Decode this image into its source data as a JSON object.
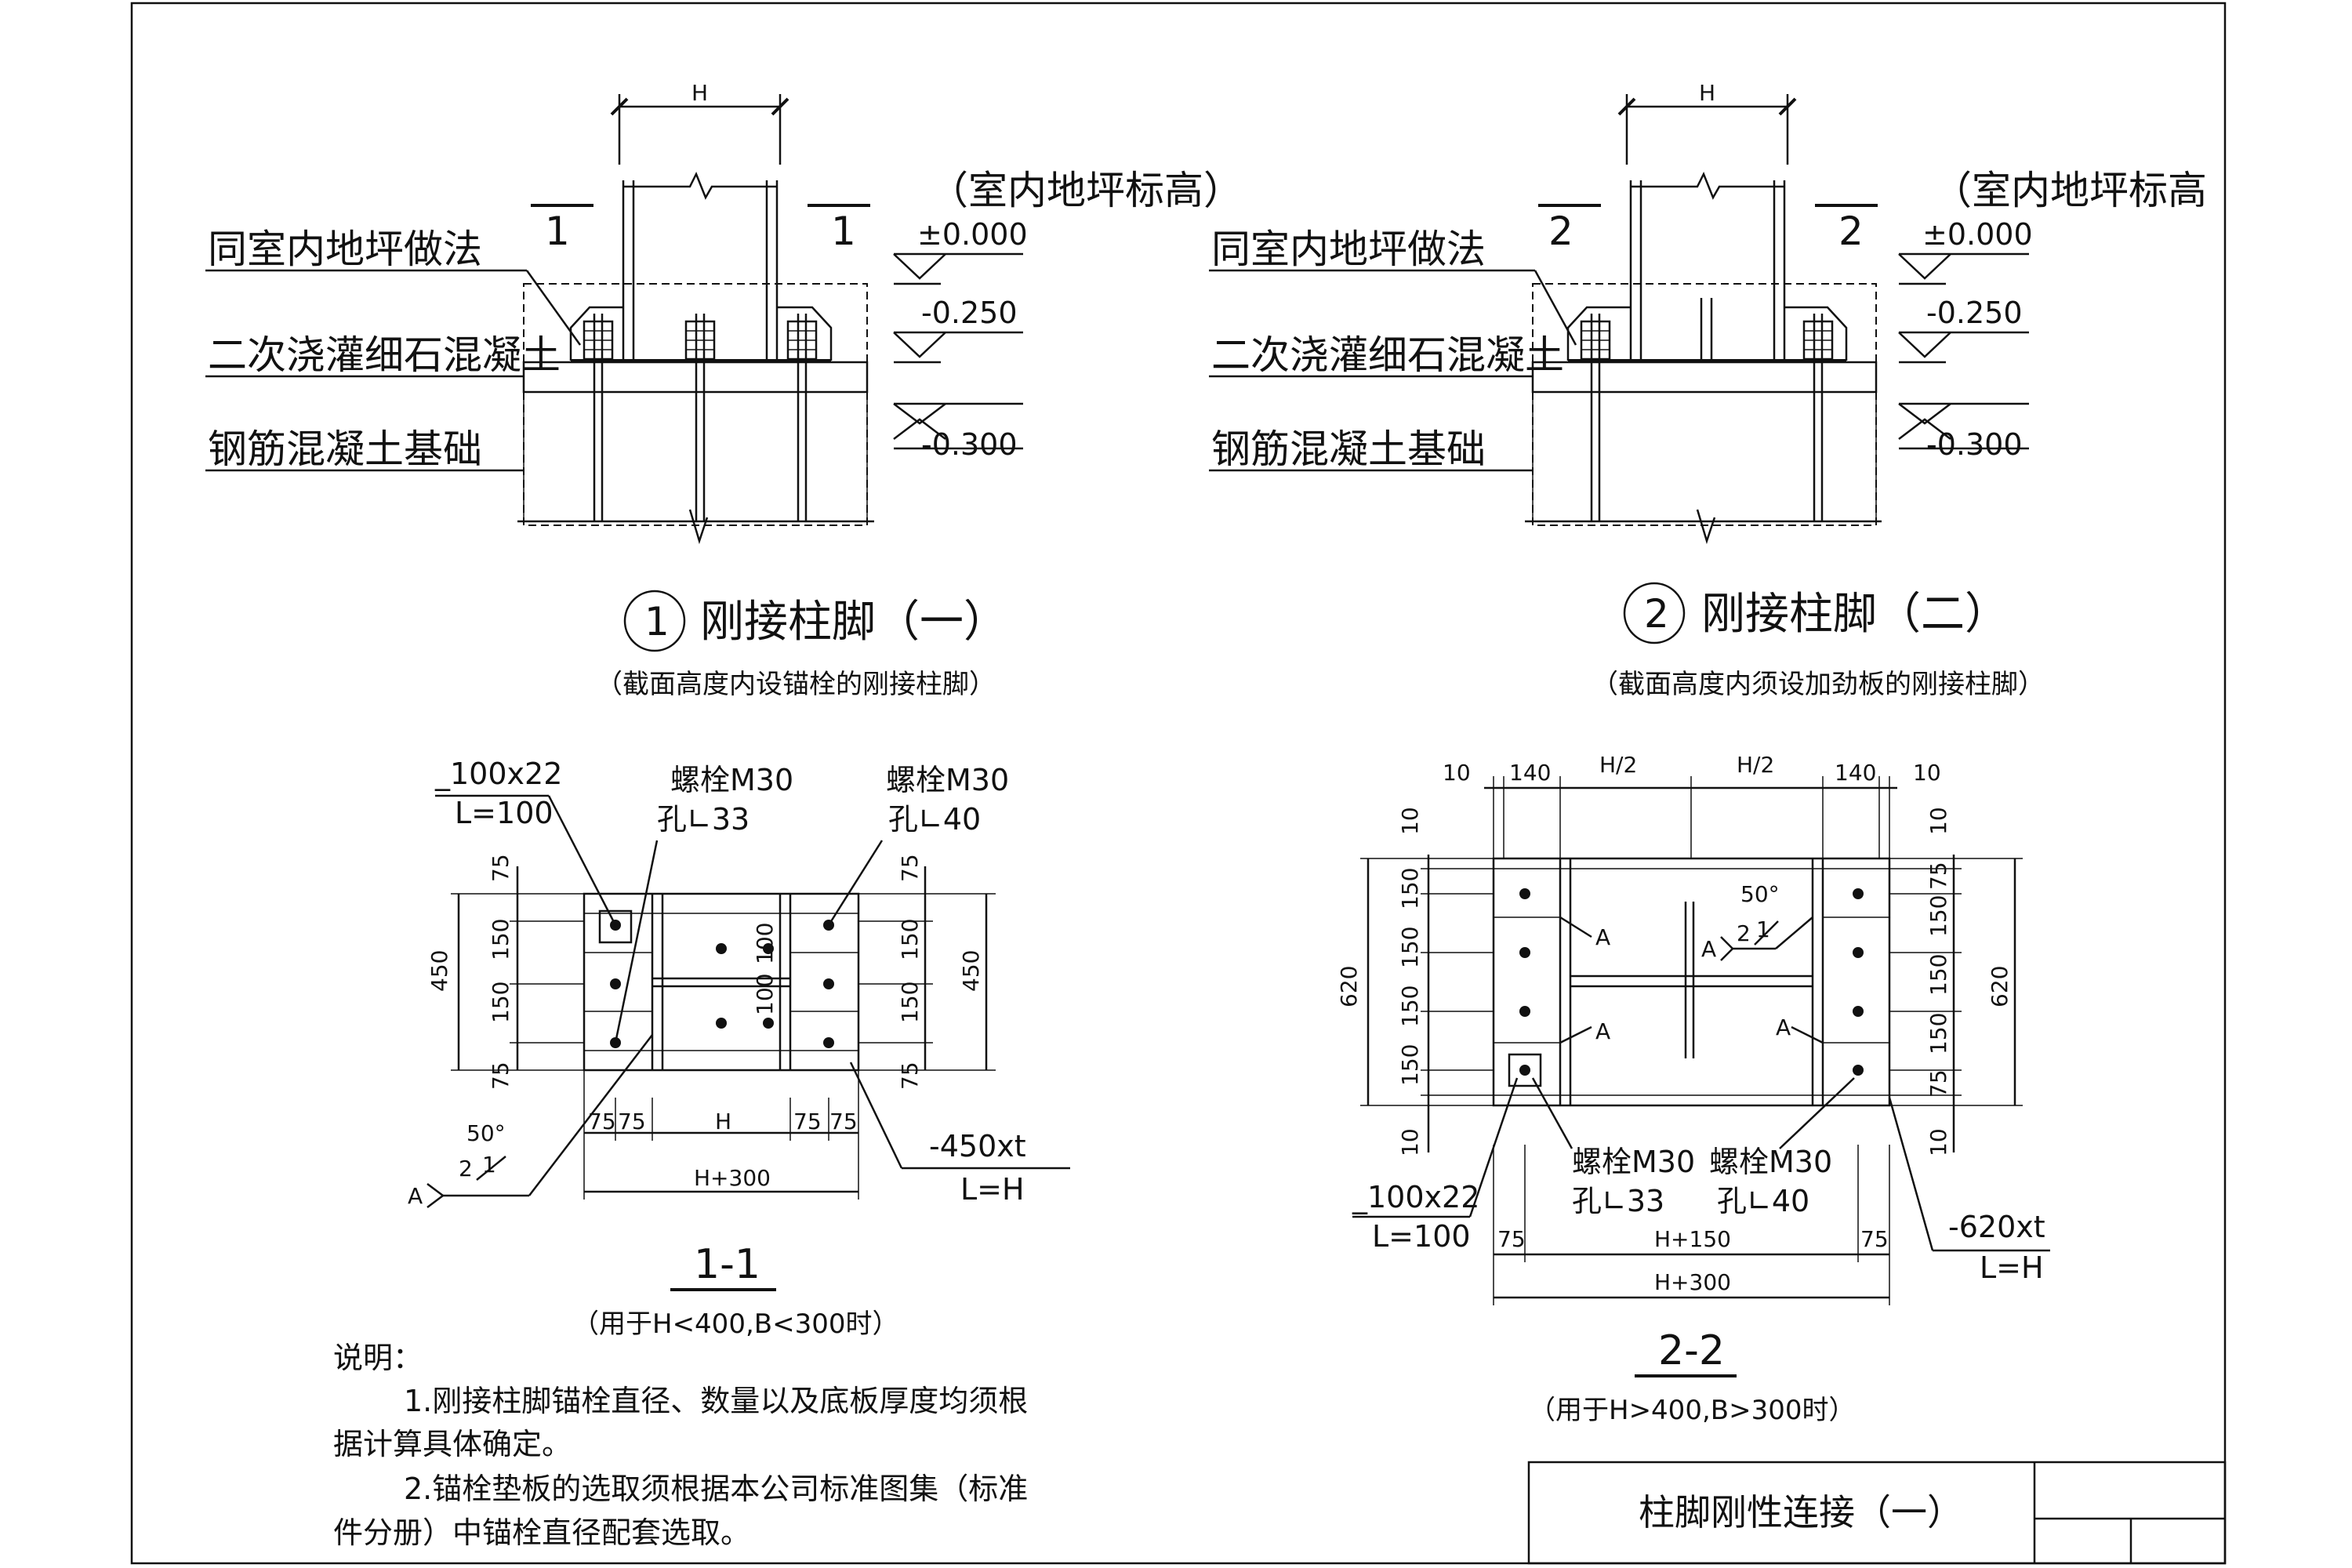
{
  "detail1": {
    "dim_h": "H",
    "sec_mark": "1",
    "elev_note": "（室内地坪标高）",
    "elev_0": "±0.000",
    "elev_1": "-0.250",
    "elev_2": "-0.300",
    "label_floor": "同室内地坪做法",
    "label_grout": "二次浇灌细石混凝土",
    "label_found": "钢筋混凝土基础",
    "circle_num": "1",
    "title": "刚接柱脚（一）",
    "subtitle": "（截面高度内设锚栓的刚接柱脚）"
  },
  "detail2": {
    "dim_h": "H",
    "sec_mark": "2",
    "elev_note": "（室内地坪标高",
    "elev_0": "±0.000",
    "elev_1": "-0.250",
    "elev_2": "-0.300",
    "label_floor": "同室内地坪做法",
    "label_grout": "二次浇灌细石混凝土",
    "label_found": "钢筋混凝土基础",
    "circle_num": "2",
    "title": "刚接柱脚（二）",
    "subtitle": "（截面高度内须设加劲板的刚接柱脚）"
  },
  "section1": {
    "washer": "_100x22",
    "washer_len": "L=100",
    "bolt_a": "螺栓M30",
    "hole_a": "孔∟33",
    "bolt_b": "螺栓M30",
    "hole_b": "孔∟40",
    "d75": "75",
    "d150": "150",
    "d450": "450",
    "d100": "100",
    "dH": "H",
    "dH300": "H+300",
    "angle": "50°",
    "weld_2": "2",
    "weld_1": "1",
    "weld_a": "A",
    "plate": "-450xt",
    "plate_len": "L=H",
    "title": "1-1",
    "note": "（用于H<400,B<300时）"
  },
  "section2": {
    "d10": "10",
    "d140": "140",
    "dH2": "H/2",
    "d150": "150",
    "d75": "75",
    "d620": "620",
    "angle": "50°",
    "weld_2": "2",
    "weld_1": "1",
    "weld_a": "A",
    "washer": "_100x22",
    "washer_len": "L=100",
    "bolt_a": "螺栓M30",
    "hole_a": "孔∟33",
    "bolt_b": "螺栓M30",
    "hole_b": "孔∟40",
    "dH150": "H+150",
    "dH300": "H+300",
    "plate": "-620xt",
    "plate_len": "L=H",
    "title": "2-2",
    "note": "（用于H>400,B>300时）"
  },
  "notes": {
    "heading": "说明：",
    "line1a": "1.刚接柱脚锚栓直径、数量以及底板厚度均须根",
    "line1b": "据计算具体确定。",
    "line2a": "2.锚栓垫板的选取须根据本公司标准图集（标准",
    "line2b": "件分册）中锚栓直径配套选取。"
  },
  "titleblock": {
    "title": "柱脚刚性连接（一）"
  }
}
